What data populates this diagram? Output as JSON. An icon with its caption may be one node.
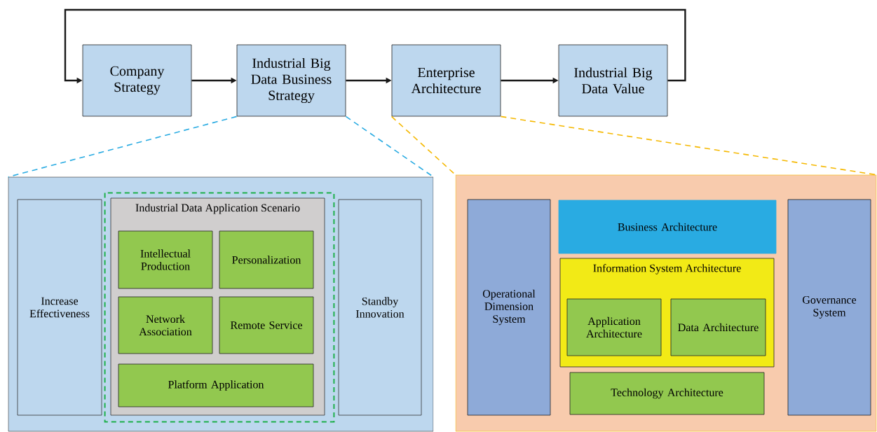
{
  "diagram": {
    "nodes": [
      {
        "text": [
          "Company Strategy"
        ]
      },
      {
        "text": [
          "Industrial Big Data Business Strategy"
        ]
      },
      {
        "text": [
          "Enterprise Architecture"
        ]
      },
      {
        "text": [
          "Industrial Big Data Value"
        ]
      },
      {
        "text": [],
        "shape": "box"
      },
      {
        "text": [
          "Increase Effectiveness"
        ],
        "in": 4
      },
      {
        "text": [
          "Industrial Data Application Scenario"
        ],
        "in": 4
      },
      {
        "text": [
          "Intellectual Production"
        ],
        "in": 6
      },
      {
        "text": [
          "Personalization"
        ],
        "in": 6
      },
      {
        "text": [
          "Network Association"
        ],
        "in": 6
      },
      {
        "text": [
          "Remote Service"
        ],
        "in": 6
      },
      {
        "text": [
          "Platform Application"
        ],
        "in": 6
      },
      {
        "text": [
          "Standby Innovation"
        ],
        "in": 4
      },
      {
        "text": [],
        "shape": "box"
      },
      {
        "text": [
          "Operational Dimension System"
        ],
        "in": 13
      },
      {
        "text": [
          "Business Architecture"
        ],
        "in": 13
      },
      {
        "text": [
          "Information System Architecture"
        ],
        "in": 13
      },
      {
        "text": [
          "Application Architecture"
        ],
        "in": 16
      },
      {
        "text": [
          "Data Architecture"
        ],
        "in": 16
      },
      {
        "text": [
          "Technology Architecture"
        ],
        "in": 13
      },
      {
        "text": [
          "Governance System"
        ],
        "in": 13
      }
    ],
    "edges": [
      {
        "from": 0,
        "to": 1,
        "arrow": "to"
      },
      {
        "from": 1,
        "to": 2,
        "arrow": "to"
      },
      {
        "from": 2,
        "to": 3,
        "arrow": "to"
      },
      {
        "from": 3,
        "to": 0,
        "arrow": "to"
      },
      {
        "from": 1,
        "to": 4,
        "arrow": "none",
        "style": "dashed",
        "color": "#29abe2"
      },
      {
        "from": 1,
        "to": 4,
        "arrow": "none",
        "style": "dashed",
        "color": "#29abe2"
      },
      {
        "from": 2,
        "to": 13,
        "arrow": "none",
        "style": "dashed",
        "color": "#f5b800"
      },
      {
        "from": 2,
        "to": 13,
        "arrow": "none",
        "style": "dashed",
        "color": "#f5b800"
      }
    ]
  }
}
